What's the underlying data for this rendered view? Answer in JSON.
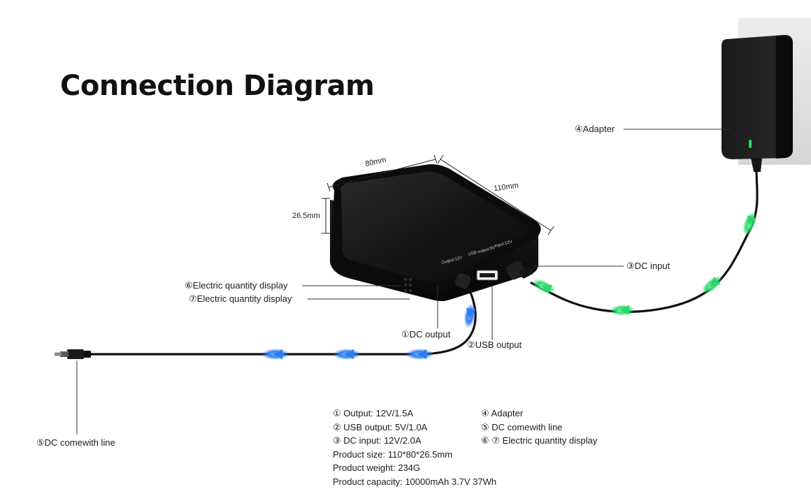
{
  "title": "Connection Diagram",
  "dimensions": {
    "width": "80mm",
    "length": "110mm",
    "height": "26.5mm"
  },
  "callouts": {
    "adapter": "④Adapter",
    "dc_input": "③DC input",
    "electric_display_6": "⑥Electric quantity display",
    "electric_display_7": "⑦Electric quantity display",
    "dc_output": "①DC output",
    "usb_output": "②USB output",
    "dc_line": "⑤DC comewith line"
  },
  "port_labels": {
    "output": "Output:12V",
    "usb": "USB output:5V",
    "input": "Input:12V"
  },
  "specs_left": [
    "① Output:  12V/1.5A",
    "② USB output:  5V/1.0A",
    "③ DC input:  12V/2.0A",
    "Product size:  110*80*26.5mm",
    "Product weight:  234G",
    "Product capacity:  10000mAh  3.7V  37Wh"
  ],
  "specs_right": [
    "④ Adapter",
    "⑤ DC comewith line",
    "⑥ ⑦ Electric quantity display"
  ],
  "colors": {
    "arrow_blue": "#2f7cf0",
    "arrow_green": "#2ad86a",
    "device": "#121212",
    "led": "#22dd66"
  },
  "icons": [
    "power-bank-device",
    "wall-adapter",
    "dc-plug",
    "flow-arrow"
  ]
}
